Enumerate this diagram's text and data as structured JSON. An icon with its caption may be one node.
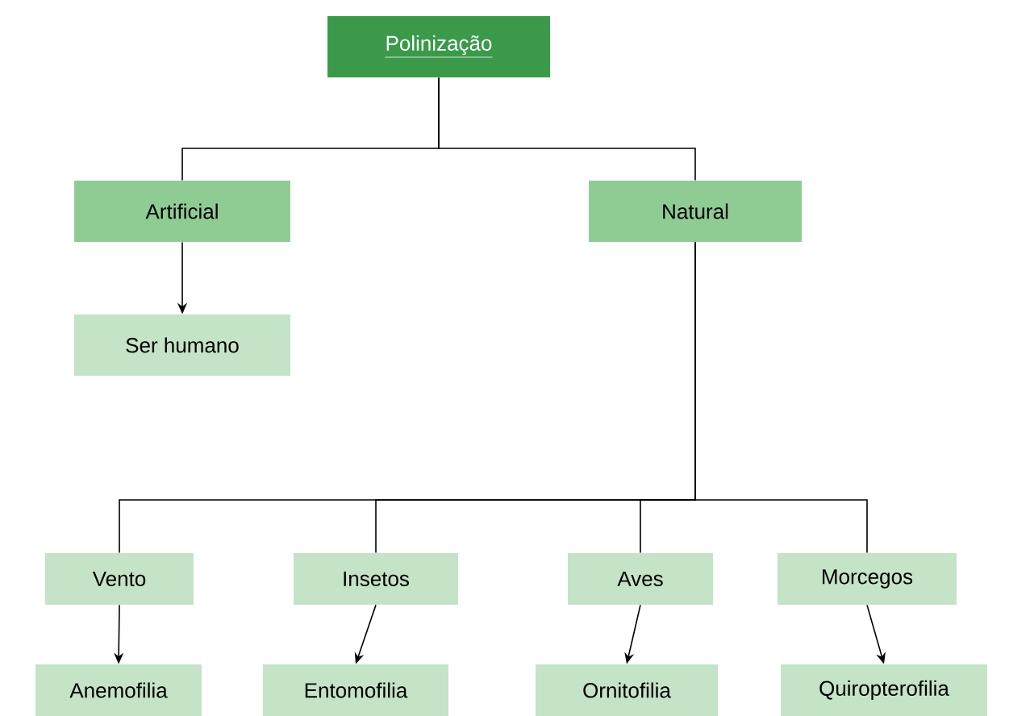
{
  "diagram": {
    "nodes": [
      {
        "text": [
          "Polinização"
        ]
      },
      {
        "text": [
          "Artificial"
        ]
      },
      {
        "text": [
          "Natural"
        ]
      },
      {
        "text": [
          "Ser humano"
        ]
      },
      {
        "text": [
          "Vento"
        ]
      },
      {
        "text": [
          "Insetos"
        ]
      },
      {
        "text": [
          "Aves"
        ]
      },
      {
        "text": [
          "Morcegos"
        ]
      },
      {
        "text": [
          "Anemofilia"
        ]
      },
      {
        "text": [
          "Entomofilia"
        ]
      },
      {
        "text": [
          "Ornitofilia"
        ]
      },
      {
        "text": [
          "Quiropterofilia"
        ]
      }
    ],
    "edges": [
      {
        "from": 0,
        "to": 1,
        "arrow": "none"
      },
      {
        "from": 0,
        "to": 2,
        "arrow": "none"
      },
      {
        "from": 1,
        "to": 3,
        "arrow": "to"
      },
      {
        "from": 2,
        "to": 4,
        "arrow": "none"
      },
      {
        "from": 2,
        "to": 5,
        "arrow": "none"
      },
      {
        "from": 2,
        "to": 6,
        "arrow": "none"
      },
      {
        "from": 2,
        "to": 7,
        "arrow": "none"
      },
      {
        "from": 4,
        "to": 8,
        "arrow": "to"
      },
      {
        "from": 5,
        "to": 9,
        "arrow": "to"
      },
      {
        "from": 6,
        "to": 10,
        "arrow": "to"
      },
      {
        "from": 7,
        "to": 11,
        "arrow": "to"
      }
    ]
  }
}
